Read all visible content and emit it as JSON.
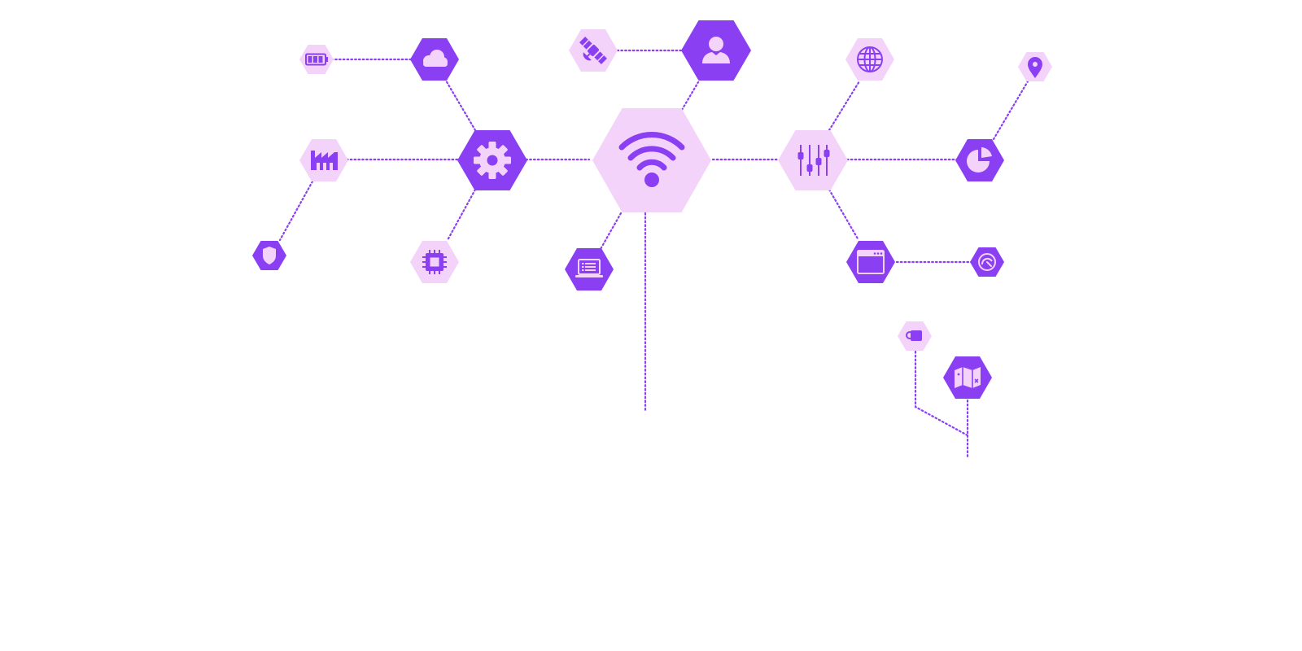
{
  "colors": {
    "dark": "#8b3ff2",
    "light": "#f4d3fb",
    "edge": "#8b3ff2",
    "background": "#ffffff"
  },
  "diagram": {
    "type": "hexagon-network",
    "hub": "wifi-icon",
    "nodes": [
      {
        "id": "wifi",
        "icon": "wifi-icon",
        "tone": "light",
        "size": "large"
      },
      {
        "id": "settings",
        "icon": "gear-icon",
        "tone": "dark",
        "size": "medium"
      },
      {
        "id": "cloud",
        "icon": "cloud-icon",
        "tone": "dark",
        "size": "small"
      },
      {
        "id": "battery",
        "icon": "battery-icon",
        "tone": "light",
        "size": "tiny"
      },
      {
        "id": "factory",
        "icon": "factory-icon",
        "tone": "light",
        "size": "small"
      },
      {
        "id": "shield",
        "icon": "shield-icon",
        "tone": "dark",
        "size": "tiny"
      },
      {
        "id": "chip",
        "icon": "chip-icon",
        "tone": "light",
        "size": "small"
      },
      {
        "id": "satellite",
        "icon": "satellite-icon",
        "tone": "light",
        "size": "small"
      },
      {
        "id": "user",
        "icon": "user-icon",
        "tone": "dark",
        "size": "medium"
      },
      {
        "id": "laptop",
        "icon": "laptop-icon",
        "tone": "dark",
        "size": "small"
      },
      {
        "id": "sliders",
        "icon": "sliders-icon",
        "tone": "light",
        "size": "medium"
      },
      {
        "id": "globe",
        "icon": "globe-icon",
        "tone": "light",
        "size": "small"
      },
      {
        "id": "piechart",
        "icon": "pie-chart-icon",
        "tone": "dark",
        "size": "small"
      },
      {
        "id": "location",
        "icon": "location-pin-icon",
        "tone": "light",
        "size": "tiny"
      },
      {
        "id": "browser",
        "icon": "browser-window-icon",
        "tone": "dark",
        "size": "small"
      },
      {
        "id": "gauge",
        "icon": "gauge-icon",
        "tone": "dark",
        "size": "tiny"
      },
      {
        "id": "cup",
        "icon": "coffee-cup-icon",
        "tone": "light",
        "size": "tiny"
      },
      {
        "id": "map",
        "icon": "map-icon",
        "tone": "dark",
        "size": "small"
      }
    ],
    "edges": [
      [
        "wifi",
        "settings"
      ],
      [
        "wifi",
        "sliders"
      ],
      [
        "wifi",
        "user"
      ],
      [
        "wifi",
        "laptop"
      ],
      [
        "settings",
        "cloud"
      ],
      [
        "settings",
        "factory"
      ],
      [
        "settings",
        "chip"
      ],
      [
        "cloud",
        "battery"
      ],
      [
        "factory",
        "shield"
      ],
      [
        "user",
        "satellite"
      ],
      [
        "sliders",
        "globe"
      ],
      [
        "sliders",
        "piechart"
      ],
      [
        "sliders",
        "browser"
      ],
      [
        "piechart",
        "location"
      ],
      [
        "browser",
        "gauge"
      ],
      [
        "cup",
        "map"
      ]
    ]
  }
}
